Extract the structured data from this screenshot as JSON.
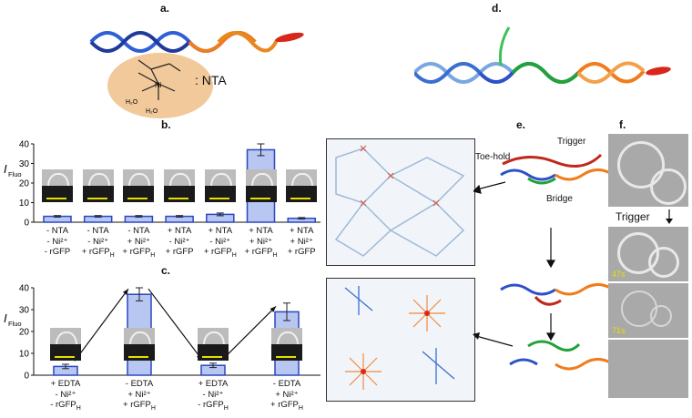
{
  "panels": {
    "a": "a.",
    "b": "b.",
    "c": "c.",
    "d": "d.",
    "e": "e.",
    "f": "f."
  },
  "nta_label": ": NTA",
  "complex_labels": {
    "metal": "Ni",
    "water1": "H₂O",
    "water2": "H₂O"
  },
  "e_labels": {
    "toehold": "Toe-hold",
    "trigger": "Trigger",
    "bridge": "Bridge"
  },
  "f_labels": {
    "trigger": "Trigger",
    "t1": "47s",
    "t2": "71s"
  },
  "chart_data": [
    {
      "type": "bar",
      "panel": "b",
      "ylabel": "I",
      "ylabel_sub": "Fluo",
      "ylim": [
        0,
        40
      ],
      "yticks": [
        0,
        10,
        20,
        30,
        40
      ],
      "values": [
        3,
        3,
        3,
        3,
        4,
        37,
        2
      ],
      "errors": [
        0.4,
        0.4,
        0.4,
        0.4,
        0.7,
        3,
        0.4
      ],
      "categories": [
        [
          "- NTA",
          "- Ni²⁺",
          "- rGFP"
        ],
        [
          "- NTA",
          "- Ni²⁺",
          "+ rGFPH"
        ],
        [
          "- NTA",
          "+ Ni²⁺",
          "+ rGFPH"
        ],
        [
          "+ NTA",
          "- Ni²⁺",
          "+ rGFP"
        ],
        [
          "+ NTA",
          "- Ni²⁺",
          "+ rGFPH"
        ],
        [
          "+ NTA",
          "+ Ni²⁺",
          "+ rGFPH"
        ],
        [
          "+ NTA",
          "+ Ni²⁺",
          "+ rGFP"
        ]
      ]
    },
    {
      "type": "bar",
      "panel": "c",
      "ylabel": "I",
      "ylabel_sub": "Fluo",
      "ylim": [
        0,
        40
      ],
      "yticks": [
        0,
        10,
        20,
        30,
        40
      ],
      "values": [
        4,
        37,
        4.5,
        29
      ],
      "errors": [
        1,
        3,
        1,
        4
      ],
      "categories": [
        [
          "+ EDTA",
          "- Ni²⁺",
          "- rGFPH"
        ],
        [
          "- EDTA",
          "+ Ni²⁺",
          "+ rGFPH"
        ],
        [
          "+ EDTA",
          "- Ni²⁺",
          "- rGFPH"
        ],
        [
          "- EDTA",
          "+ Ni²⁺",
          "+ rGFPH"
        ]
      ]
    }
  ]
}
